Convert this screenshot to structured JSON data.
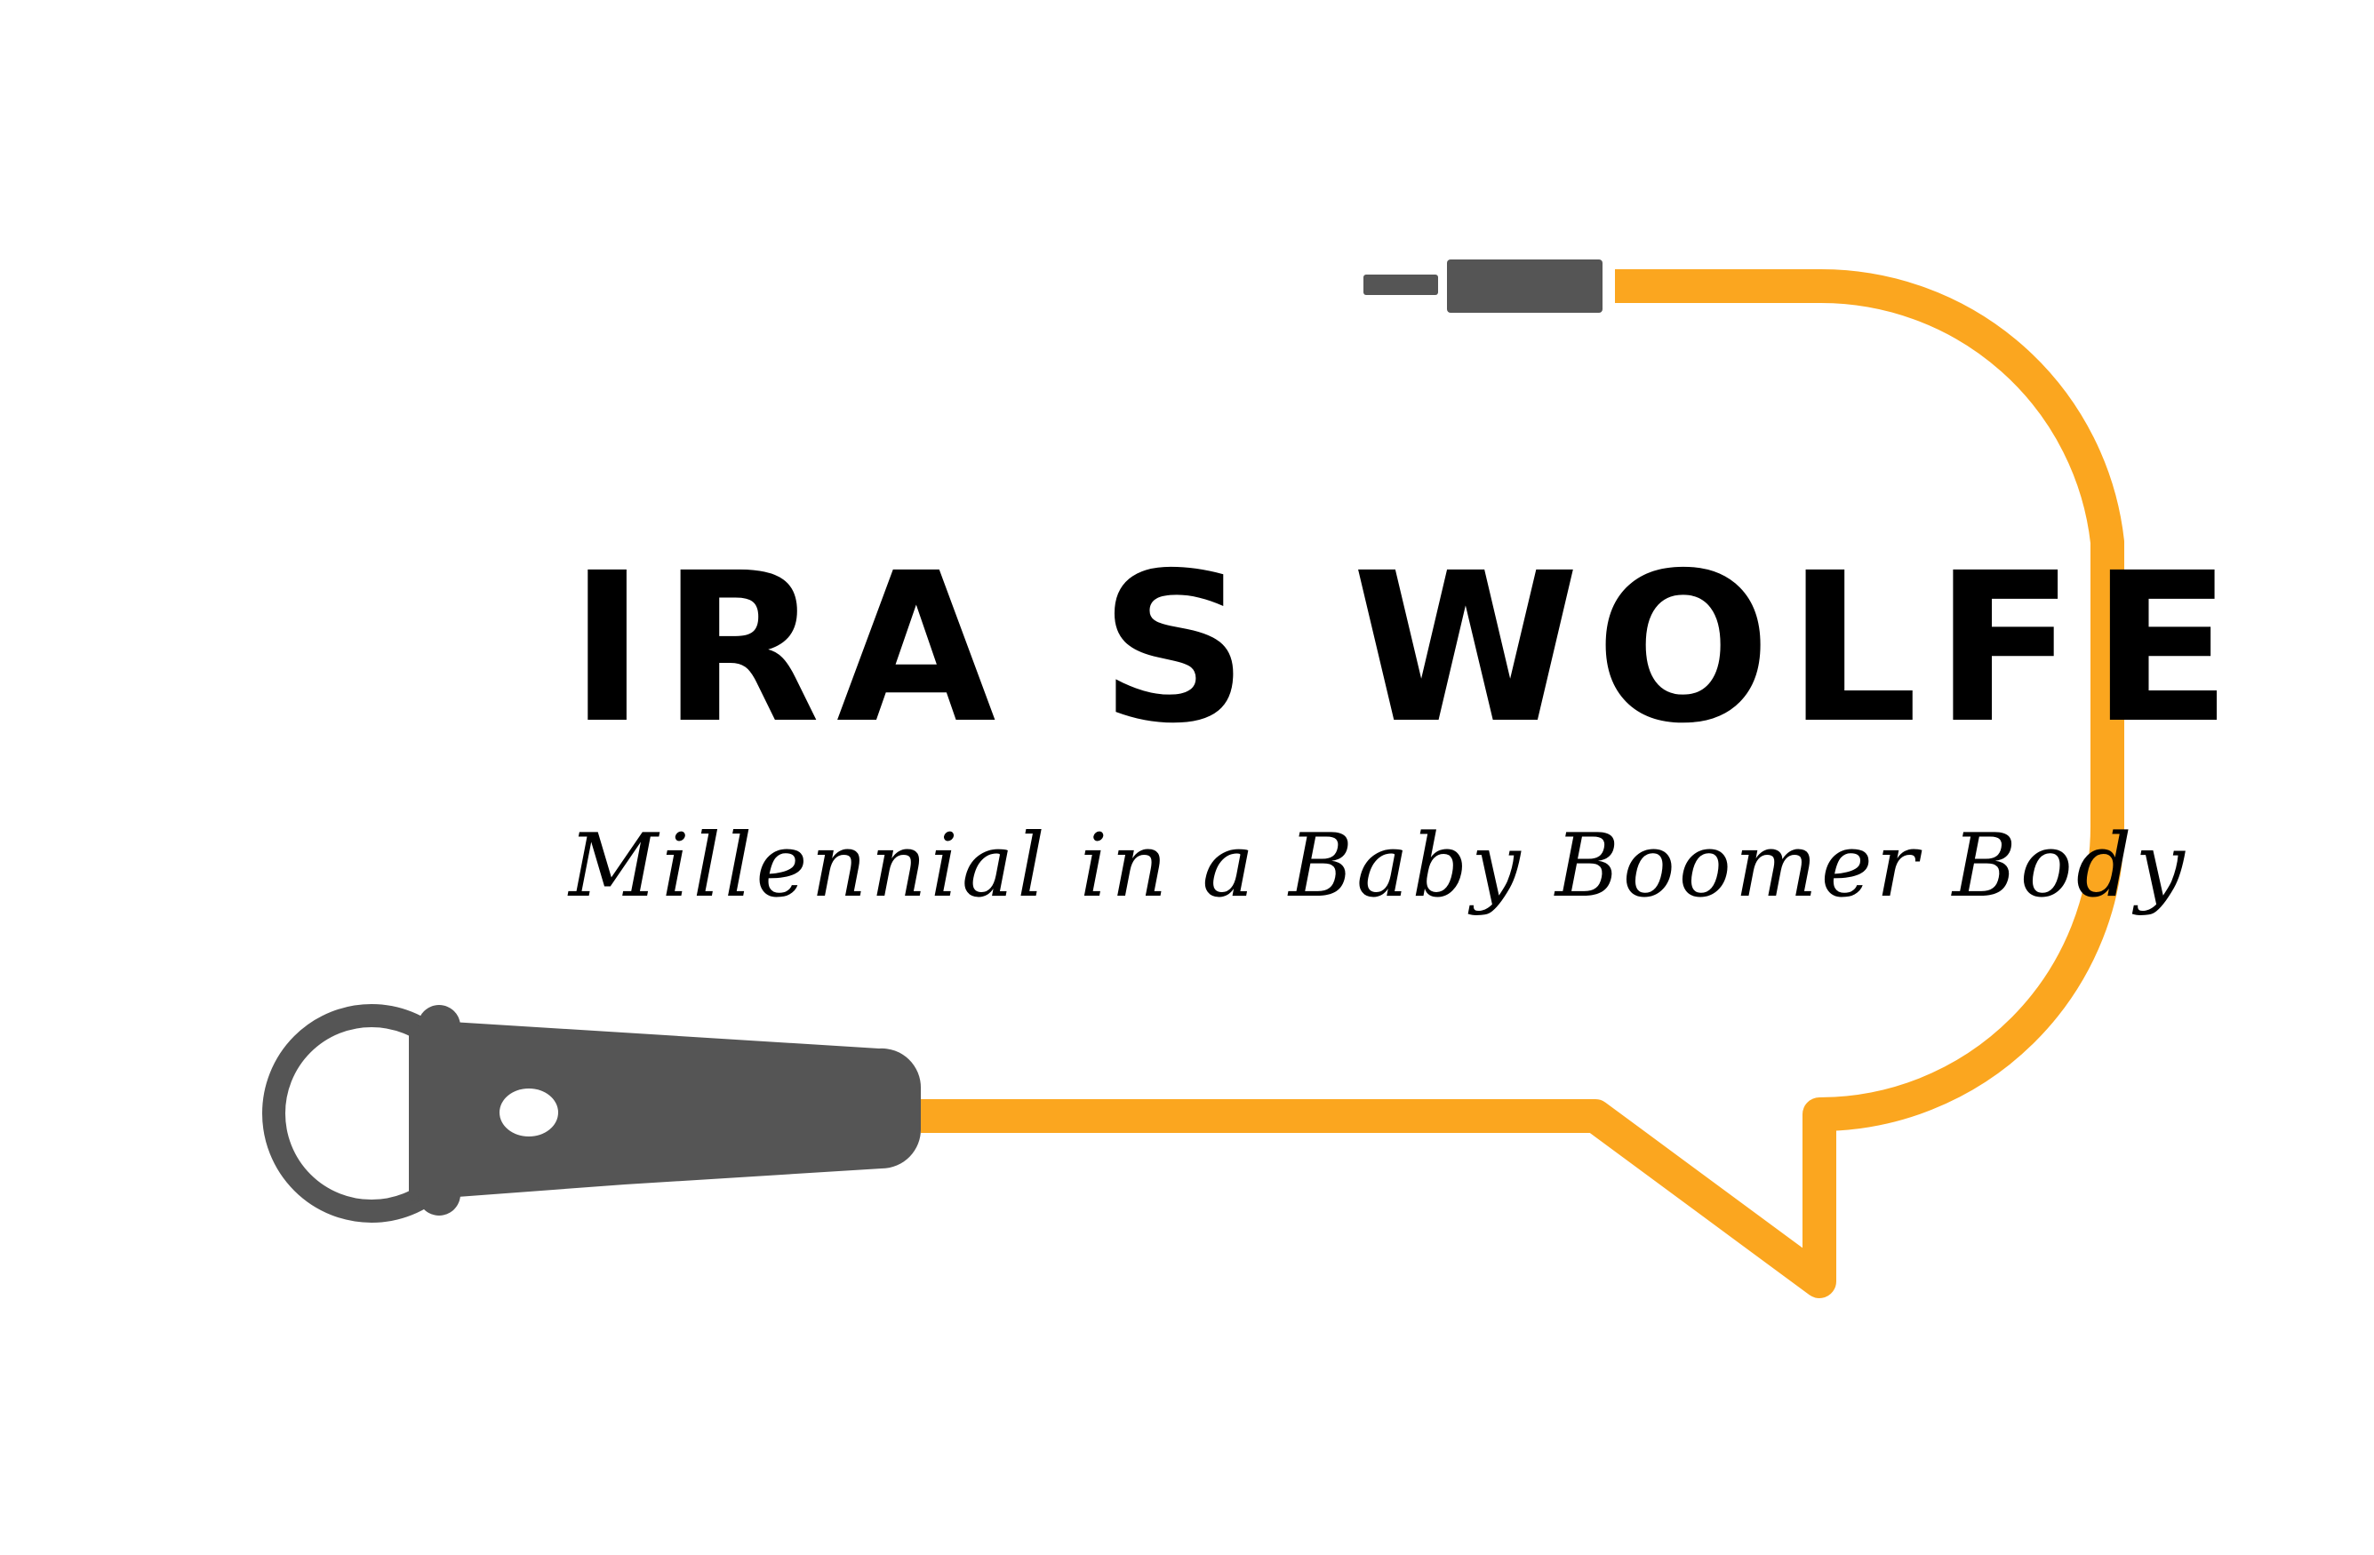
{
  "logo": {
    "name": "IRA S WOLFE",
    "tagline": "Millennial in a Baby Boomer Body"
  },
  "colors": {
    "cord": "#FBA61F",
    "microphone": "#555555",
    "text": "#000000",
    "background": "#FFFFFF"
  },
  "icons": [
    "microphone-icon",
    "audio-plug-icon",
    "speech-bubble-cord"
  ]
}
